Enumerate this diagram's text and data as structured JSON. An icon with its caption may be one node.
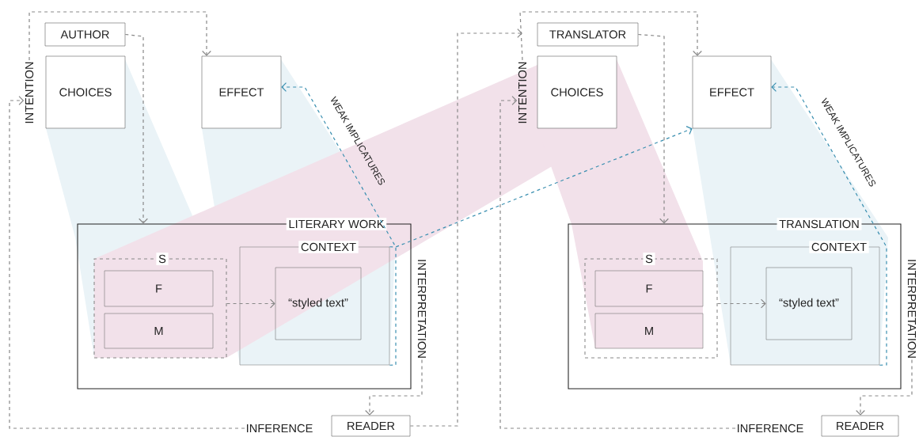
{
  "diagram": {
    "nodes": [
      {
        "text": [
          "AUTHOR"
        ]
      },
      {
        "text": [
          "INTENTION"
        ]
      },
      {
        "text": [
          "CHOICES"
        ]
      },
      {
        "text": [
          "EFFECT"
        ]
      },
      {
        "text": [
          "LITERARY WORK"
        ]
      },
      {
        "text": [
          "S"
        ],
        "in": 4
      },
      {
        "text": [
          "F"
        ],
        "in": 5
      },
      {
        "text": [
          "M"
        ],
        "in": 5
      },
      {
        "text": [
          "CONTEXT"
        ],
        "in": 4
      },
      {
        "text": [
          "“styled text”"
        ],
        "in": 8
      },
      {
        "text": [
          "INTERPRETATION"
        ]
      },
      {
        "text": [
          "INFERENCE"
        ]
      },
      {
        "text": [
          "READER"
        ]
      },
      {
        "text": [
          "TRANSLATOR"
        ]
      },
      {
        "text": [
          "INTENTION"
        ]
      },
      {
        "text": [
          "CHOICES"
        ]
      },
      {
        "text": [
          "EFFECT"
        ]
      },
      {
        "text": [
          "TRANSLATION"
        ]
      },
      {
        "text": [
          "S"
        ],
        "in": 17
      },
      {
        "text": [
          "F"
        ],
        "in": 18
      },
      {
        "text": [
          "M"
        ],
        "in": 18
      },
      {
        "text": [
          "CONTEXT"
        ],
        "in": 17
      },
      {
        "text": [
          "“styled text”"
        ],
        "in": 21
      },
      {
        "text": [
          "INTERPRETATION"
        ]
      },
      {
        "text": [
          "INFERENCE"
        ]
      },
      {
        "text": [
          "READER"
        ]
      }
    ],
    "edges": [
      {
        "from": 0,
        "to": 4,
        "arrow": "to",
        "style": "dashed"
      },
      {
        "from": 1,
        "to": 3,
        "arrow": "to",
        "style": "dashed"
      },
      {
        "from": 5,
        "to": 9,
        "arrow": "to",
        "style": "dashed"
      },
      {
        "from": 8,
        "to": 3,
        "arrow": "to",
        "style": "dashed",
        "label": "WEAK IMPLICATURES",
        "color": "#3a8fb0"
      },
      {
        "from": 8,
        "to": 16,
        "arrow": "to",
        "style": "dashed",
        "color": "#3a8fb0"
      },
      {
        "from": 10,
        "to": 12,
        "arrow": "to",
        "style": "dashed"
      },
      {
        "from": 11,
        "to": 1,
        "arrow": "to",
        "style": "dashed"
      },
      {
        "from": 12,
        "to": 14,
        "arrow": "to",
        "style": "dashed"
      },
      {
        "from": 13,
        "to": 17,
        "arrow": "to",
        "style": "dashed"
      },
      {
        "from": 14,
        "to": 16,
        "arrow": "to",
        "style": "dashed"
      },
      {
        "from": 18,
        "to": 22,
        "arrow": "to",
        "style": "dashed"
      },
      {
        "from": 21,
        "to": 16,
        "arrow": "to",
        "style": "dashed",
        "label": "WEAK IMPLICATURES",
        "color": "#3a8fb0"
      },
      {
        "from": 23,
        "to": 25,
        "arrow": "to",
        "style": "dashed"
      },
      {
        "from": 24,
        "to": 14,
        "arrow": "to",
        "style": "dashed"
      }
    ]
  }
}
